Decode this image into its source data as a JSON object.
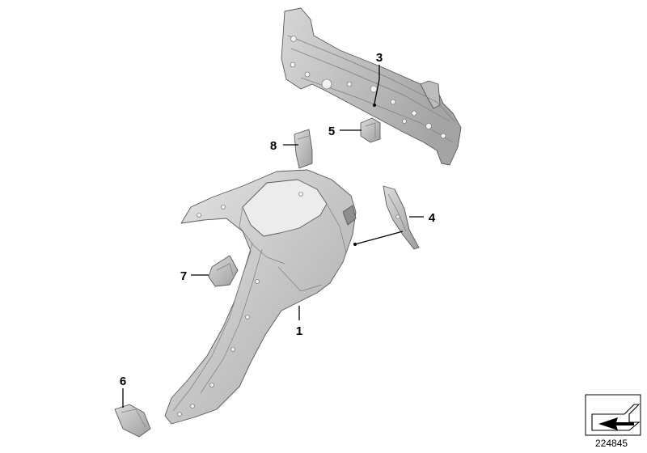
{
  "callouts": [
    {
      "label": "1",
      "part": "rear side panel"
    },
    {
      "label": "3",
      "part": "rear panel cross member"
    },
    {
      "label": "4",
      "part": "tail light support bracket"
    },
    {
      "label": "5",
      "part": "small bracket"
    },
    {
      "label": "6",
      "part": "sill end bracket"
    },
    {
      "label": "7",
      "part": "wheel arch gusset"
    },
    {
      "label": "8",
      "part": "reinforcement plate"
    }
  ],
  "diagram_id": "224845",
  "icon": "orientation-arrow-icon",
  "colors": {
    "part_fill": "#c9c9c9",
    "part_shade": "#a9a9a9",
    "part_light": "#e2e2e2",
    "ink": "#000000"
  }
}
